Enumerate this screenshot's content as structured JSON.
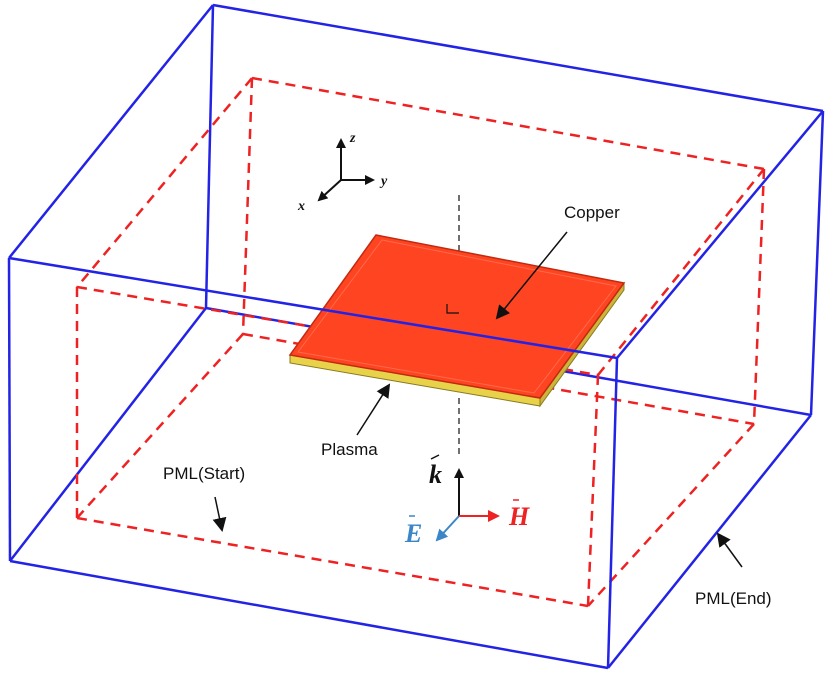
{
  "labels": {
    "copper": "Copper",
    "plasma": "Plasma",
    "pml_start": "PML(Start)",
    "pml_end": "PML(End)"
  },
  "axes": {
    "x": "x",
    "y": "y",
    "z": "z"
  },
  "vectors": {
    "k": "k",
    "e": "E",
    "h": "H"
  },
  "colors": {
    "outer_box": "#2323e6",
    "inner_box": "#ee2222",
    "copper": "#ff4422",
    "plasma": "#e8d24a",
    "e_vector": "#3b86c8",
    "h_vector": "#ee2222",
    "text": "#111111"
  }
}
